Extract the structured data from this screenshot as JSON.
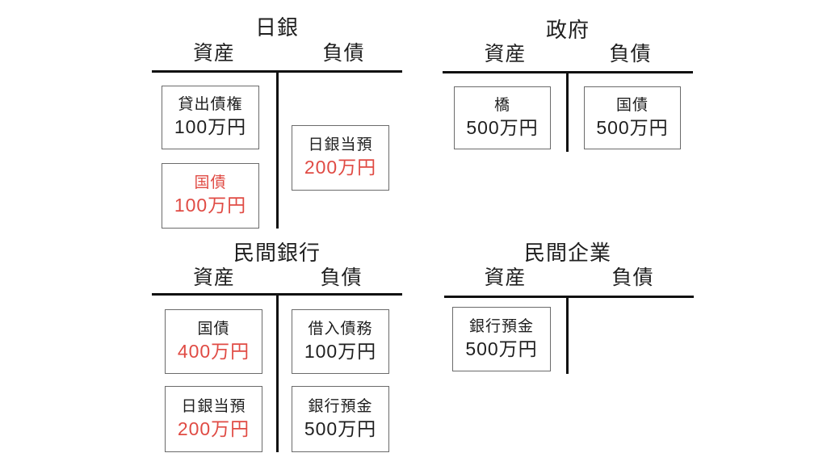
{
  "colors": {
    "accent_red": "#e04b44",
    "text_black": "#1f1f1f",
    "t_line_black": "#111111",
    "box_border_gray": "#6b6b6b"
  },
  "accounts": [
    {
      "title": "日銀",
      "assets_label": "資産",
      "liabilities_label": "負債",
      "assets": [
        {
          "label": "貸出債権",
          "amount": "100万円",
          "label_color": "black",
          "amount_color": "black"
        },
        {
          "label": "国債",
          "amount": "100万円",
          "label_color": "red",
          "amount_color": "red"
        }
      ],
      "liabilities": [
        {
          "label": "日銀当預",
          "amount": "200万円",
          "label_color": "black",
          "amount_color": "red"
        }
      ]
    },
    {
      "title": "政府",
      "assets_label": "資産",
      "liabilities_label": "負債",
      "assets": [
        {
          "label": "橋",
          "amount": "500万円",
          "label_color": "black",
          "amount_color": "black"
        }
      ],
      "liabilities": [
        {
          "label": "国債",
          "amount": "500万円",
          "label_color": "black",
          "amount_color": "black"
        }
      ]
    },
    {
      "title": "民間銀行",
      "assets_label": "資産",
      "liabilities_label": "負債",
      "assets": [
        {
          "label": "国債",
          "amount": "400万円",
          "label_color": "black",
          "amount_color": "red"
        },
        {
          "label": "日銀当預",
          "amount": "200万円",
          "label_color": "black",
          "amount_color": "red"
        }
      ],
      "liabilities": [
        {
          "label": "借入債務",
          "amount": "100万円",
          "label_color": "black",
          "amount_color": "black"
        },
        {
          "label": "銀行預金",
          "amount": "500万円",
          "label_color": "black",
          "amount_color": "black"
        }
      ]
    },
    {
      "title": "民間企業",
      "assets_label": "資産",
      "liabilities_label": "負債",
      "assets": [
        {
          "label": "銀行預金",
          "amount": "500万円",
          "label_color": "black",
          "amount_color": "black"
        }
      ],
      "liabilities": []
    }
  ]
}
